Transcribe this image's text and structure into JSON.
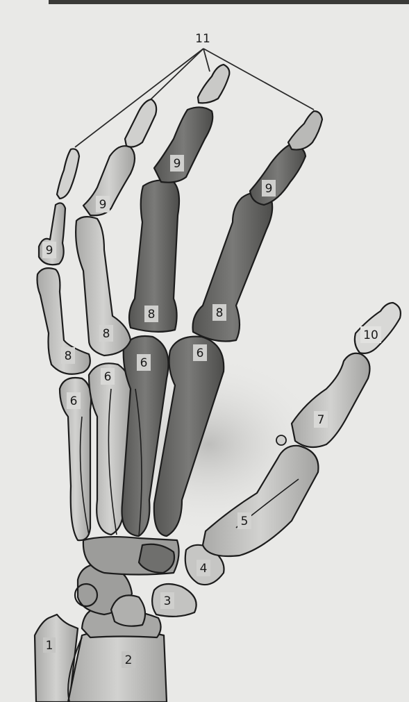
{
  "figure": {
    "colors": {
      "background": "#e9e9e7",
      "bone_light": "#bdbdbb",
      "bone_mid": "#8f8f8d",
      "bone_dark": "#5f5f5d",
      "outline": "#1c1c1c"
    },
    "labels": {
      "n1": "1",
      "n2": "2",
      "n3": "3",
      "n4": "4",
      "n5": "5",
      "n6": "6",
      "n7": "7",
      "n8": "8",
      "n9": "9",
      "n10": "10",
      "n11": "11"
    }
  }
}
